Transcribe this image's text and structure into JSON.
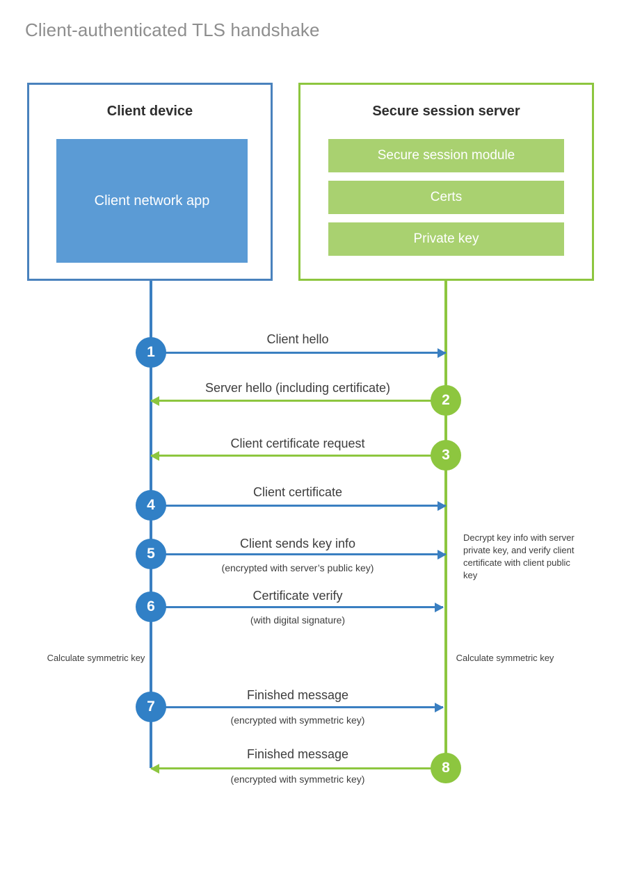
{
  "title": "Client-authenticated TLS handshake",
  "colors": {
    "client_accent": "#3a7fc1",
    "client_box_border": "#4a82bd",
    "client_app_fill": "#5b9bd5",
    "client_circle": "#3180c6",
    "server_accent": "#8dc63f",
    "server_bar_fill": "#a9d170",
    "text": "#3d3d3d",
    "title_text": "#8e8e8e"
  },
  "client": {
    "title": "Client device",
    "app_label": "Client network app"
  },
  "server": {
    "title": "Secure session server",
    "components": [
      {
        "label": "Secure session module"
      },
      {
        "label": "Certs"
      },
      {
        "label": "Private key"
      }
    ]
  },
  "steps": [
    {
      "number": "1",
      "label": "Client hello",
      "sublabel": "",
      "direction": "client-to-server",
      "side": "client"
    },
    {
      "number": "2",
      "label": "Server hello (including certificate)",
      "sublabel": "",
      "direction": "server-to-client",
      "side": "server"
    },
    {
      "number": "3",
      "label": "Client certificate request",
      "sublabel": "",
      "direction": "server-to-client",
      "side": "server"
    },
    {
      "number": "4",
      "label": "Client certificate",
      "sublabel": "",
      "direction": "client-to-server",
      "side": "client"
    },
    {
      "number": "5",
      "label": "Client sends key info",
      "sublabel": "(encrypted with server’s public key)",
      "direction": "client-to-server",
      "side": "client"
    },
    {
      "number": "6",
      "label": "Certificate verify",
      "sublabel": "(with digital signature)",
      "direction": "client-to-server",
      "side": "client"
    },
    {
      "number": "7",
      "label": "Finished message",
      "sublabel": "(encrypted with symmetric key)",
      "direction": "client-to-server",
      "side": "client"
    },
    {
      "number": "8",
      "label": "Finished message",
      "sublabel": "(encrypted with symmetric key)",
      "direction": "server-to-client",
      "side": "server"
    }
  ],
  "notes": {
    "server_decrypt": "Decrypt key info with server private key, and verify client certificate with client public key",
    "client_calculate": "Calculate symmetric key",
    "server_calculate": "Calculate symmetric key"
  }
}
